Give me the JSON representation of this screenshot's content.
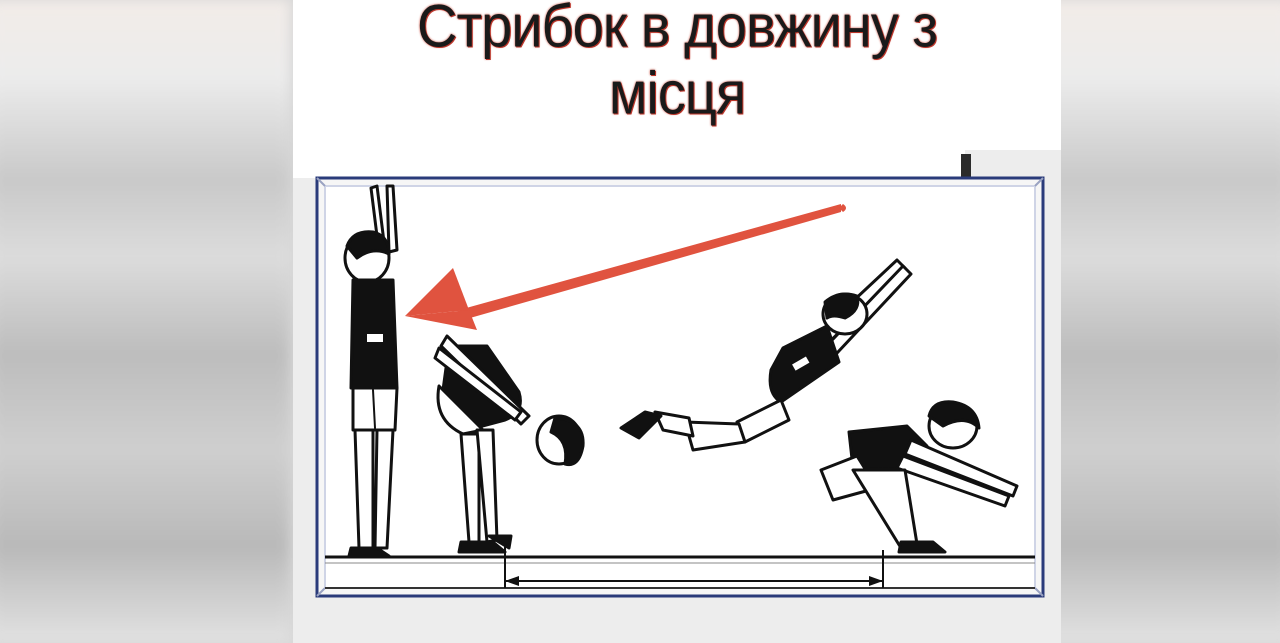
{
  "title": {
    "line1": "Стрибок в довжину з",
    "line2": "місця"
  },
  "illustration": {
    "subject": "standing-long-jump-phases",
    "arrow_color": "#e0533f",
    "frame_color": "#2a3b7a"
  }
}
